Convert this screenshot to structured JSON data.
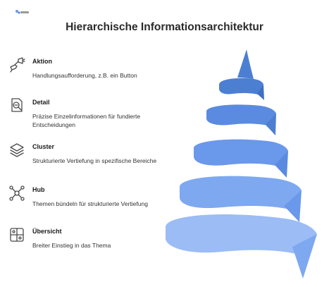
{
  "header": {
    "title": "Hierarchische Informationsarchitektur"
  },
  "colors": {
    "tier1": "#4c7fd2",
    "tier2": "#5a8be0",
    "tier3": "#6a98ea",
    "tier4": "#7ea8f0",
    "tier5": "#9bbcf5",
    "icon": "#4a4a4a"
  },
  "items": [
    {
      "label": "Aktion",
      "desc": "Handlungsaufforderung, z.B. ein Button",
      "icon": "megaphone-hand-icon"
    },
    {
      "label": "Detail",
      "desc": "Präzise Einzelinformationen für fundierte Entscheidungen",
      "icon": "document-search-icon"
    },
    {
      "label": "Cluster",
      "desc": "Strukturierte Vertiefung in spezifische Bereiche",
      "icon": "layers-icon"
    },
    {
      "label": "Hub",
      "desc": "Themen bündeln für strukturierte Vertiefung",
      "icon": "network-hub-icon"
    },
    {
      "label": "Übersicht",
      "desc": "Breiter Einstieg in das Thema",
      "icon": "grid-overview-icon"
    }
  ]
}
